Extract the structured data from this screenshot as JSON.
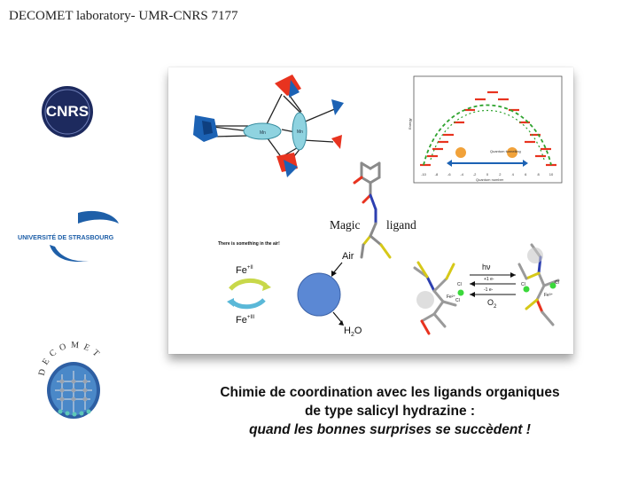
{
  "header": {
    "lab_title": "DECOMET laboratory- UMR-CNRS 7177"
  },
  "logos": {
    "cnrs": "CNRS",
    "unistra": "UNIVERSITÉ DE STRASBOURG",
    "decomet": "DECOMET"
  },
  "figure": {
    "mn_label_1": "Mn",
    "mn_label_2": "Mn",
    "magic_label": "Magic",
    "ligand_label": "ligand",
    "tiny_caption": "There is something in the air!",
    "fe_label_1": "Fe",
    "fe_sup_1": "+II",
    "fe_label_2": "Fe",
    "fe_sup_2": "+III",
    "air_label": "Air",
    "h2o_label": "H",
    "h2o_sub": "2",
    "h2o_end": "O",
    "hv_label": "hν",
    "plus_e_label": "+1 e-",
    "minus_e_label": "-1 e-",
    "o2_label": "O",
    "o2_sub": "2",
    "cl_1": "Cl",
    "cl_2": "Cl",
    "cl_3": "Cl",
    "cl_4": "Cl",
    "fe_cplx_1": "Fe²⁺",
    "fe_cplx_2": "Fe³⁺",
    "graph_ylabel": "Energy",
    "graph_xlabel": "Quantum number",
    "graph_tunnel_label": "Quantum tunnelling",
    "graph_ticks": [
      "-10",
      "-8",
      "-6",
      "-4",
      "-2",
      "0",
      "2",
      "4",
      "6",
      "8",
      "10"
    ]
  },
  "footer": {
    "line1": "Chimie de coordination avec les ligands organiques",
    "line2": "de type salicyl hydrazine :",
    "line3": "quand les bonnes surprises se succèdent !"
  },
  "colors": {
    "red_accent": "#e8331f",
    "blue_accent": "#1c62b4",
    "cnrs_navy": "#1d2a5e",
    "unistra_blue": "#1e5fa8",
    "sphere_blue": "#5b88d4"
  }
}
